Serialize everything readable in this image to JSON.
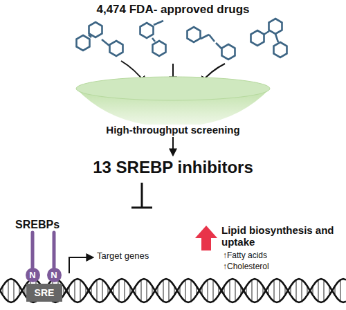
{
  "diagram": {
    "title": "4,474 FDA- approved drugs",
    "nodes": [
      {
        "text": [
          "High-throughput screening"
        ]
      },
      {
        "text": [
          "13 SREBP inhibitors"
        ]
      },
      {
        "text": [
          "N"
        ]
      },
      {
        "text": [
          "N"
        ]
      },
      {
        "text": [
          "SRE"
        ]
      }
    ],
    "edges": [
      {
        "from": 0,
        "to": 1,
        "arrow": "to"
      }
    ],
    "labels": [
      "SREBPs",
      "Target genes",
      "Lipid biosynthesis and uptake",
      "↑Fatty acids",
      "↑Cholesterol"
    ]
  }
}
